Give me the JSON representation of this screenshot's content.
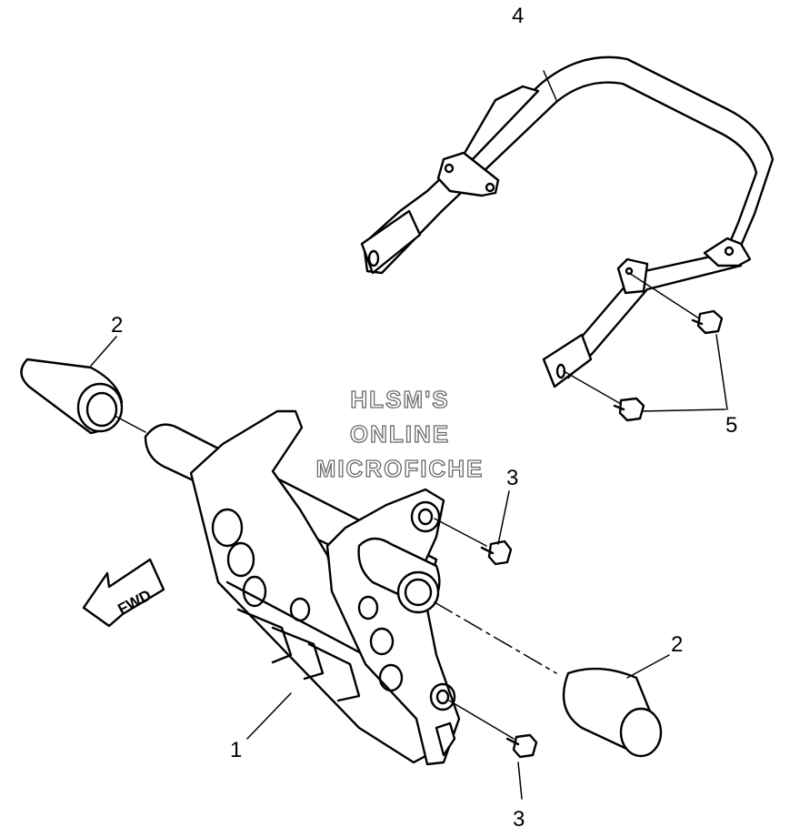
{
  "callouts": {
    "guard": "1",
    "cap_left": "2",
    "cap_right": "2",
    "bolt_upper": "3",
    "bolt_lower": "3",
    "grab_bar": "4",
    "bolts_grab_bar": "5"
  },
  "watermark": {
    "line1": "HLSM'S",
    "line2": "ONLINE",
    "line3": "MICROFICHE"
  },
  "direction_label": "FWD"
}
